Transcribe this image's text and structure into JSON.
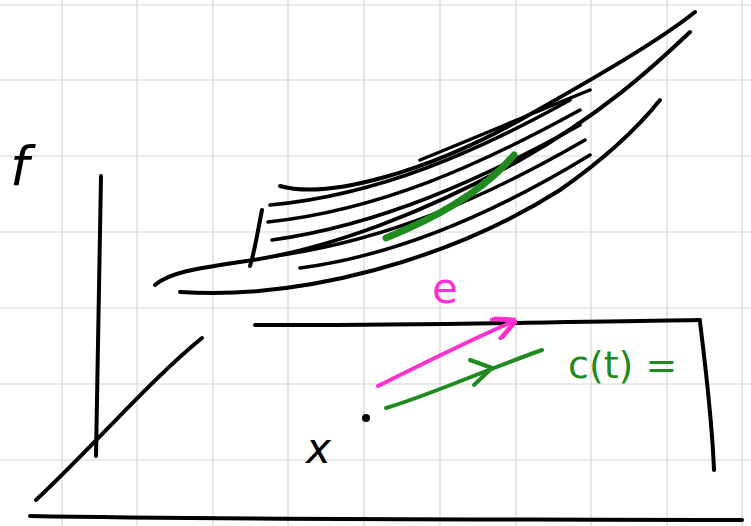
{
  "diagram": {
    "labels": [
      "f",
      "e",
      "x",
      "c(t) ="
    ]
  }
}
